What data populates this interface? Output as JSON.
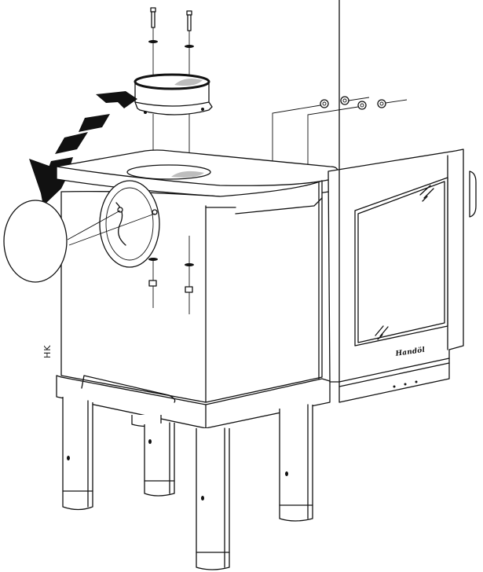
{
  "diagram": {
    "type": "exploded-assembly-line-art",
    "subject": "wood stove with flue collar, side cover plate, door and four legs",
    "labels": {
      "side_marking": "HK",
      "door_brand": "Handöl"
    },
    "parts": [
      {
        "id": "bolts-top",
        "count": 2
      },
      {
        "id": "washers-top",
        "count": 2
      },
      {
        "id": "flue-collar",
        "count": 1
      },
      {
        "id": "top-plate",
        "count": 1
      },
      {
        "id": "side-cover-disc",
        "count": 1
      },
      {
        "id": "side-outlet-ring",
        "count": 1
      },
      {
        "id": "washers-bottom",
        "count": 2
      },
      {
        "id": "nuts-bottom",
        "count": 2
      },
      {
        "id": "door-washers-nuts",
        "count": 4
      },
      {
        "id": "door",
        "count": 1
      },
      {
        "id": "legs",
        "count": 4
      }
    ],
    "arrow": "curved dashed arrow indicating move of flue outlet from top to side",
    "colors": {
      "line": "#111111",
      "background": "#ffffff",
      "shade": "#bdbdbd"
    }
  }
}
